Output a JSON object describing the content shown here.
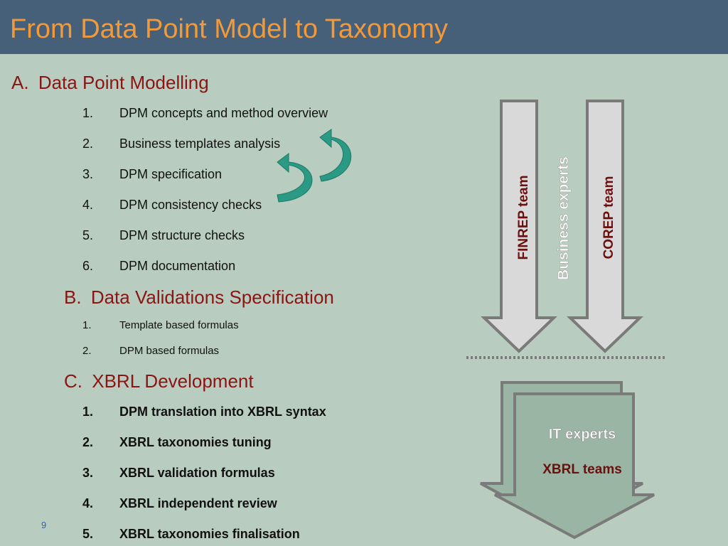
{
  "slide": {
    "title": "From Data Point Model to Taxonomy",
    "page_number": "9"
  },
  "section_a": {
    "letter": "A.",
    "heading": "Data Point Modelling",
    "items": [
      {
        "num": "1.",
        "text": "DPM concepts and method overview"
      },
      {
        "num": "2.",
        "text": "Business templates analysis"
      },
      {
        "num": "3.",
        "text": "DPM specification"
      },
      {
        "num": "4.",
        "text": "DPM consistency checks"
      },
      {
        "num": "5.",
        "text": "DPM structure checks"
      },
      {
        "num": "6.",
        "text": "DPM documentation"
      }
    ]
  },
  "section_b": {
    "letter": "B.",
    "heading": "Data Validations Specification",
    "items": [
      {
        "num": "1.",
        "text": "Template based formulas"
      },
      {
        "num": "2.",
        "text": "DPM based formulas"
      }
    ]
  },
  "section_c": {
    "letter": "C.",
    "heading": "XBRL Development",
    "items": [
      {
        "num": "1.",
        "text": "DPM translation into XBRL syntax"
      },
      {
        "num": "2.",
        "text": "XBRL taxonomies tuning"
      },
      {
        "num": "3.",
        "text": "XBRL validation formulas"
      },
      {
        "num": "4.",
        "text": "XBRL independent review"
      },
      {
        "num": "5.",
        "text": "XBRL taxonomies finalisation"
      }
    ]
  },
  "diagram": {
    "finrep_label": "FINREP team",
    "business_label": "Business experts",
    "corep_label": "COREP team",
    "it_label": "IT experts",
    "xbrl_label": "XBRL teams"
  },
  "colors": {
    "background": "#b8cdbf",
    "title_bar": "#456078",
    "title_text": "#f29a3a",
    "section_heading": "#8b1414",
    "cycle_arrow": "#2a9a84",
    "arrow_fill": "#d9d9d9",
    "arrow_stroke": "#7a7a7a",
    "it_arrow_fill": "#9bb5a4"
  }
}
